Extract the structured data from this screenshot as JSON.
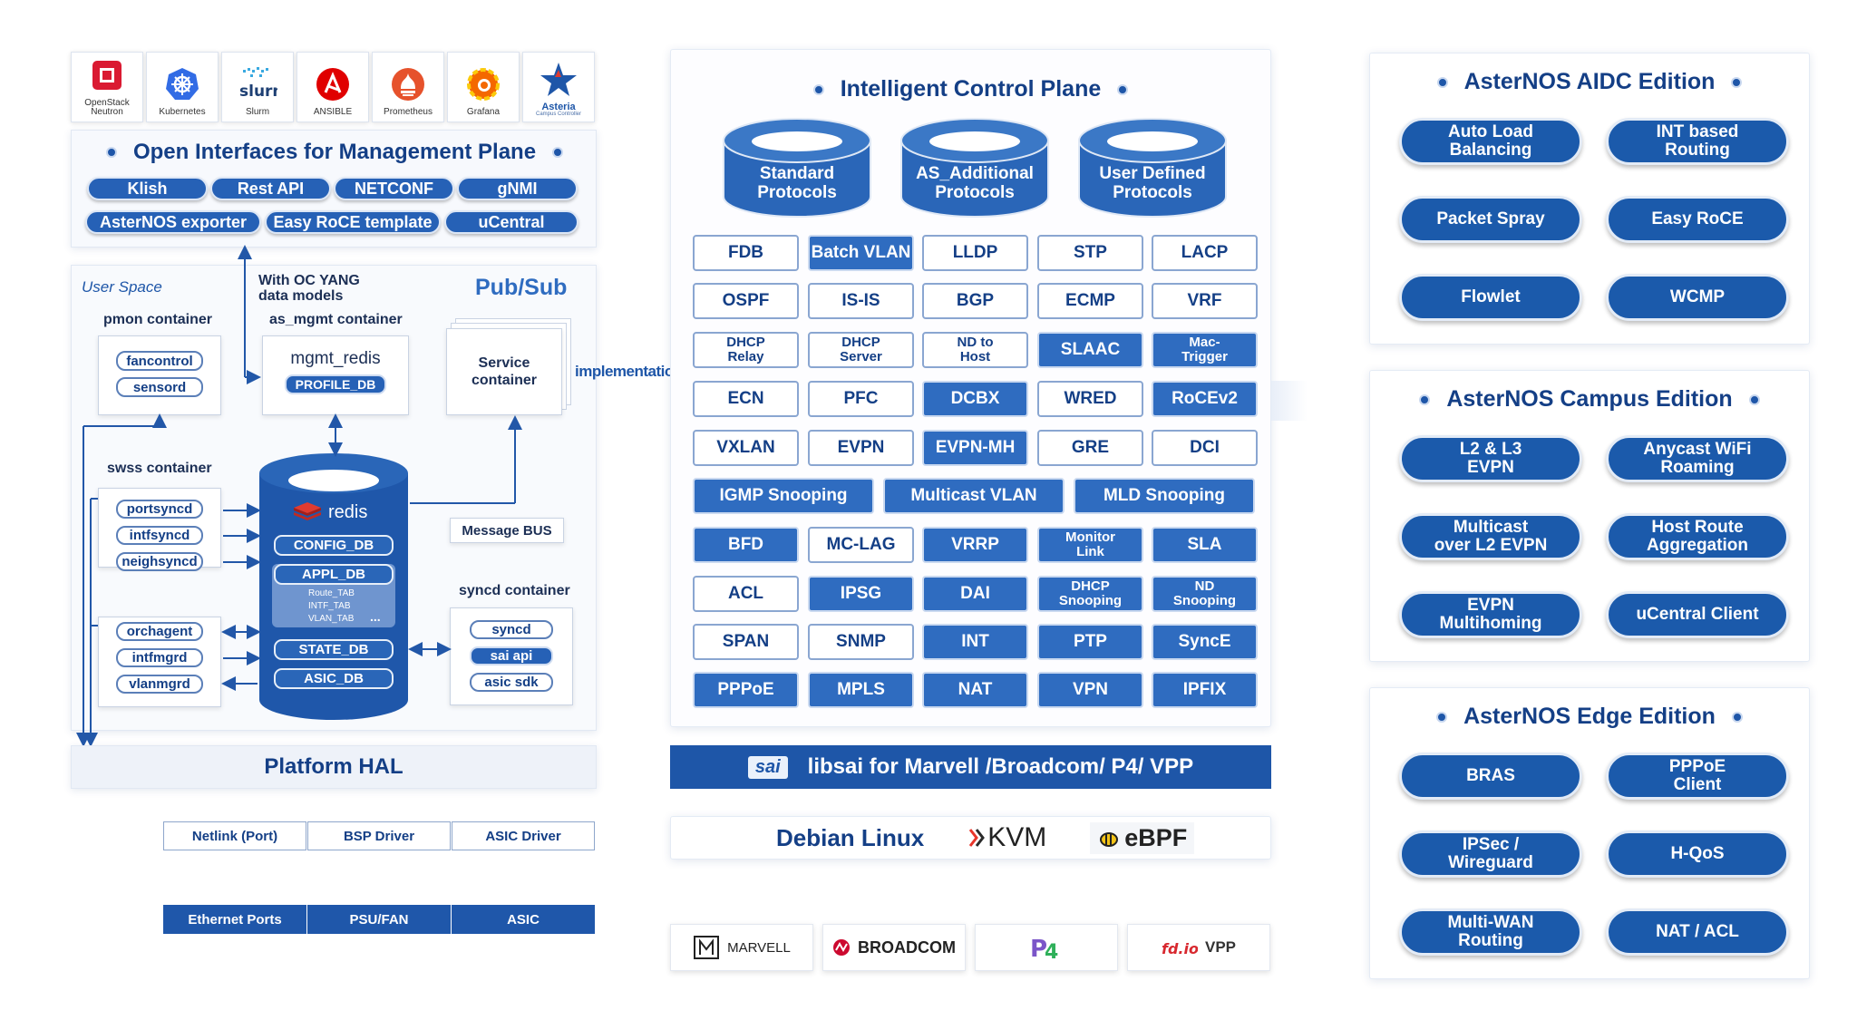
{
  "logos": [
    {
      "name": "OpenStack Neutron",
      "label": "OpenStack\nNeutron",
      "icon": "openstack-icon",
      "color": "#da1a32"
    },
    {
      "name": "Kubernetes",
      "label": "Kubernetes",
      "icon": "kubernetes-icon",
      "color": "#326ce5"
    },
    {
      "name": "Slurm",
      "label": "Slurm",
      "icon": "slurm-icon",
      "color": "#1d4b8f"
    },
    {
      "name": "Ansible",
      "label": "ANSIBLE",
      "icon": "ansible-icon",
      "color": "#e00000"
    },
    {
      "name": "Prometheus",
      "label": "Prometheus",
      "icon": "prometheus-icon",
      "color": "#e6522c"
    },
    {
      "name": "Grafana",
      "label": "Grafana",
      "icon": "grafana-icon",
      "color": "#f46800"
    },
    {
      "name": "Asteria",
      "label": "Asteria",
      "icon": "asteria-icon",
      "color": "#1e56a8"
    }
  ],
  "slurm_text": "slurm",
  "asteria_sub": "Campus Controller",
  "mgmt_plane": {
    "title": "Open Interfaces for Management Plane",
    "items": [
      "Klish",
      "Rest API",
      "NETCONF",
      "gNMI",
      "AsterNOS exporter",
      "Easy RoCE template",
      "uCentral"
    ]
  },
  "userspace": {
    "label": "User Space",
    "oc_yang": "With OC YANG\ndata models",
    "pubsub": "Pub/Sub",
    "pmon": {
      "title": "pmon container",
      "items": [
        "fancontrol",
        "sensord"
      ]
    },
    "as_mgmt": {
      "title": "as_mgmt container",
      "name": "mgmt_redis",
      "db": "PROFILE_DB"
    },
    "service": "Service\ncontainer",
    "implementation": "implementation",
    "swss": {
      "title": "swss container",
      "group1": [
        "portsyncd",
        "intfsyncd",
        "neighsyncd"
      ],
      "group2": [
        "orchagent",
        "intfmgrd",
        "vlanmgrd"
      ]
    },
    "redis": {
      "name": "redis",
      "config_db": "CONFIG_DB",
      "appl_db": "APPL_DB",
      "tabs": [
        "Route_TAB",
        "INTF_TAB",
        "VLAN_TAB"
      ],
      "more": "...",
      "state_db": "STATE_DB",
      "asic_db": "ASIC_DB"
    },
    "message_bus": "Message BUS",
    "syncd": {
      "title": "syncd container",
      "items": [
        "syncd",
        "sai api",
        "asic sdk"
      ]
    }
  },
  "platform_hal": "Platform HAL",
  "drivers": [
    "Netlink (Port)",
    "BSP Driver",
    "ASIC Driver"
  ],
  "hardware": [
    "Ethernet Ports",
    "PSU/FAN",
    "ASIC"
  ],
  "control_plane": {
    "title": "Intelligent Control Plane",
    "cylinders": [
      "Standard\nProtocols",
      "AS_Additional\nProtocols",
      "User Defined\nProtocols"
    ],
    "rows": [
      [
        {
          "t": "FDB",
          "s": "w"
        },
        {
          "t": "Batch VLAN",
          "s": "b"
        },
        {
          "t": "LLDP",
          "s": "w"
        },
        {
          "t": "STP",
          "s": "w"
        },
        {
          "t": "LACP",
          "s": "w"
        }
      ],
      [
        {
          "t": "OSPF",
          "s": "w"
        },
        {
          "t": "IS-IS",
          "s": "w"
        },
        {
          "t": "BGP",
          "s": "w"
        },
        {
          "t": "ECMP",
          "s": "w"
        },
        {
          "t": "VRF",
          "s": "w"
        }
      ],
      [
        {
          "t": "DHCP\nRelay",
          "s": "w",
          "sm": true
        },
        {
          "t": "DHCP\nServer",
          "s": "w",
          "sm": true
        },
        {
          "t": "ND to\nHost",
          "s": "w",
          "sm": true
        },
        {
          "t": "SLAAC",
          "s": "b"
        },
        {
          "t": "Mac-\nTrigger",
          "s": "b",
          "sm": true
        }
      ],
      [
        {
          "t": "ECN",
          "s": "w"
        },
        {
          "t": "PFC",
          "s": "w"
        },
        {
          "t": "DCBX",
          "s": "b"
        },
        {
          "t": "WRED",
          "s": "w"
        },
        {
          "t": "RoCEv2",
          "s": "b"
        }
      ],
      [
        {
          "t": "VXLAN",
          "s": "w"
        },
        {
          "t": "EVPN",
          "s": "w"
        },
        {
          "t": "EVPN-MH",
          "s": "b"
        },
        {
          "t": "GRE",
          "s": "w"
        },
        {
          "t": "DCI",
          "s": "w"
        }
      ],
      [
        {
          "t": "IGMP Snooping",
          "s": "b"
        },
        {
          "t": "Multicast VLAN",
          "s": "b"
        },
        {
          "t": "MLD Snooping",
          "s": "b"
        }
      ],
      [
        {
          "t": "BFD",
          "s": "b"
        },
        {
          "t": "MC-LAG",
          "s": "w"
        },
        {
          "t": "VRRP",
          "s": "b"
        },
        {
          "t": "Monitor\nLink",
          "s": "b",
          "sm": true
        },
        {
          "t": "SLA",
          "s": "b"
        }
      ],
      [
        {
          "t": "ACL",
          "s": "w"
        },
        {
          "t": "IPSG",
          "s": "b"
        },
        {
          "t": "DAI",
          "s": "b"
        },
        {
          "t": "DHCP\nSnooping",
          "s": "b",
          "sm": true
        },
        {
          "t": "ND\nSnooping",
          "s": "b",
          "sm": true
        }
      ],
      [
        {
          "t": "SPAN",
          "s": "w"
        },
        {
          "t": "SNMP",
          "s": "w"
        },
        {
          "t": "INT",
          "s": "b"
        },
        {
          "t": "PTP",
          "s": "b"
        },
        {
          "t": "SyncE",
          "s": "b"
        }
      ],
      [
        {
          "t": "PPPoE",
          "s": "b"
        },
        {
          "t": "MPLS",
          "s": "b"
        },
        {
          "t": "NAT",
          "s": "b"
        },
        {
          "t": "VPN",
          "s": "b"
        },
        {
          "t": "IPFIX",
          "s": "b"
        }
      ]
    ]
  },
  "libsai": {
    "badge": "sai",
    "text": "libsai for Marvell  /Broadcom/  P4/  VPP"
  },
  "debian": {
    "text": "Debian Linux",
    "kvm": "KVM",
    "ebpf": "eBPF"
  },
  "vendors": [
    {
      "name": "marvell",
      "text": "MARVELL",
      "icon": "marvell-icon"
    },
    {
      "name": "broadcom",
      "text": "BROADCOM",
      "icon": "broadcom-icon"
    },
    {
      "name": "p4",
      "text": "P4",
      "icon": "p4-icon"
    },
    {
      "name": "vpp",
      "text": "VPP",
      "icon": "fdio-icon"
    }
  ],
  "editions": [
    {
      "title": "AsterNOS AIDC Edition",
      "items": [
        "Auto Load\nBalancing",
        "INT based\nRouting",
        "Packet Spray",
        "Easy RoCE",
        "Flowlet",
        "WCMP"
      ]
    },
    {
      "title": "AsterNOS Campus Edition",
      "items": [
        "L2 & L3\nEVPN",
        "Anycast WiFi\nRoaming",
        "Multicast\nover L2 EVPN",
        "Host Route\nAggregation",
        "EVPN\nMultihoming",
        "uCentral Client"
      ]
    },
    {
      "title": "AsterNOS Edge Edition",
      "items": [
        "BRAS",
        "PPPoE\nClient",
        "IPSec /\nWireguard",
        "H-QoS",
        "Multi-WAN\nRouting",
        "NAT / ACL"
      ]
    }
  ],
  "colors": {
    "brand": "#1e56a8",
    "dark": "#143f86",
    "accent": "#2661b6"
  }
}
